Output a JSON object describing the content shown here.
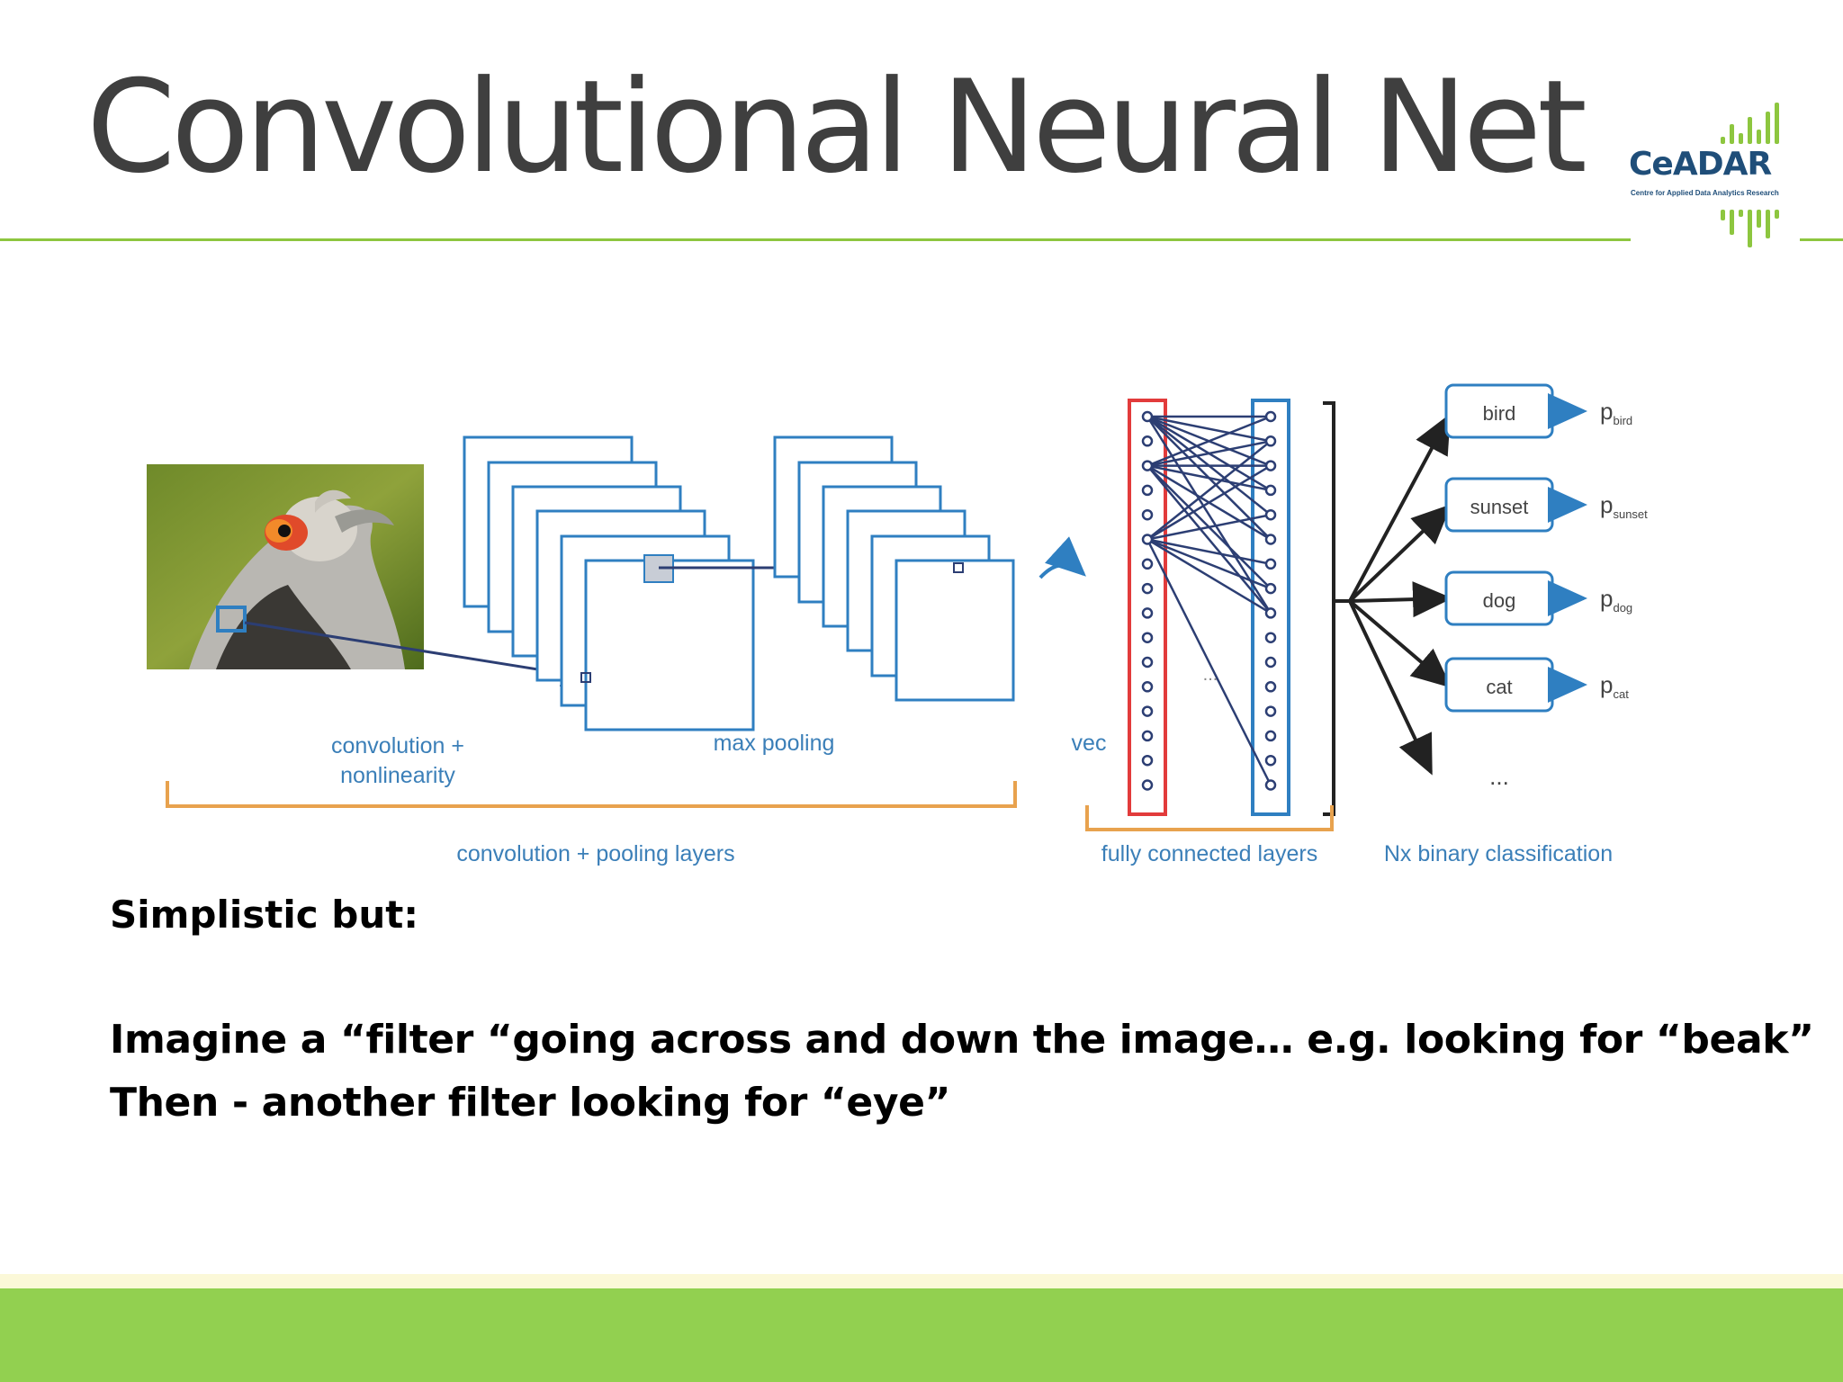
{
  "slide": {
    "title": "Convolutional Neural Net",
    "logo": {
      "name": "CeADAR",
      "tagline": "Centre for Applied Data Analytics Research",
      "colors": {
        "text": "#1f4e79",
        "bars": "#8dc63f"
      }
    },
    "diagram": {
      "labels": {
        "convolution": "convolution +",
        "nonlinearity": "nonlinearity",
        "max_pooling": "max pooling",
        "vec": "vec",
        "conv_pool_layers": "convolution + pooling layers",
        "fully_connected": "fully connected layers",
        "binary_classification": "Nx binary classification",
        "hidden_ellipsis": "...",
        "output_ellipsis": "..."
      },
      "classes": [
        {
          "label": "bird",
          "prob_main": "p",
          "prob_sub": "bird"
        },
        {
          "label": "sunset",
          "prob_main": "p",
          "prob_sub": "sunset"
        },
        {
          "label": "dog",
          "prob_main": "p",
          "prob_sub": "dog"
        },
        {
          "label": "cat",
          "prob_main": "p",
          "prob_sub": "cat"
        }
      ],
      "colors": {
        "blue": "#2f7fc1",
        "label_blue": "#3b7fb8",
        "orange": "#e8a24e",
        "red": "#e23b3b",
        "navy": "#2c3e73"
      }
    },
    "body": {
      "lead": "Simplistic but:",
      "line1": "Imagine a “filter “going across and down the image… e.g. looking for “beak”",
      "line2": "Then - another filter looking for “eye”"
    },
    "colors": {
      "title": "#3f3f3f",
      "accent_green": "#8dc63f",
      "footer_green": "#92d050",
      "footer_light": "#fbf8d8"
    }
  }
}
